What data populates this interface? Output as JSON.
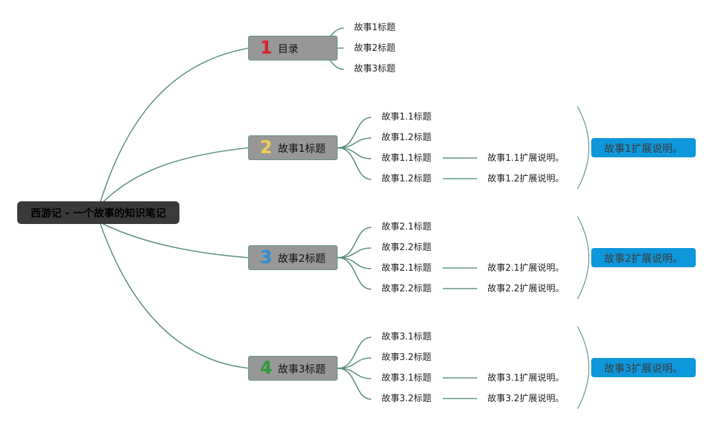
{
  "root": {
    "label": "西游记 - 一个故事的知识笔记"
  },
  "topics": [
    {
      "number": "1",
      "number_color": "#d9202f",
      "label": "目录"
    },
    {
      "number": "2",
      "number_color": "#f2cd50",
      "label": "故事1标题"
    },
    {
      "number": "3",
      "number_color": "#2f8fd6",
      "label": "故事2标题"
    },
    {
      "number": "4",
      "number_color": "#2f9a3a",
      "label": "故事3标题"
    }
  ],
  "toc": [
    "故事1标题",
    "故事2标题",
    "故事3标题"
  ],
  "stories": [
    {
      "subtopics": [
        "故事1.1标题",
        "故事1.2标题",
        "故事1.1标题",
        "故事1.2标题"
      ],
      "extensions": [
        "故事1.1扩展说明。",
        "故事1.2扩展说明。"
      ],
      "summary": "故事1扩展说明。"
    },
    {
      "subtopics": [
        "故事2.1标题",
        "故事2.2标题",
        "故事2.1标题",
        "故事2.2标题"
      ],
      "extensions": [
        "故事2.1扩展说明。",
        "故事2.2扩展说明。"
      ],
      "summary": "故事2扩展说明。"
    },
    {
      "subtopics": [
        "故事3.1标题",
        "故事3.2标题",
        "故事3.1标题",
        "故事3.2标题"
      ],
      "extensions": [
        "故事3.1扩展说明。",
        "故事3.2扩展说明。"
      ],
      "summary": "故事3扩展说明。"
    }
  ],
  "colors": {
    "line": "#5a8f7b",
    "root_bg": "#3a3a3a",
    "topic_bg": "#979797",
    "callout_bg": "#0f97db"
  }
}
